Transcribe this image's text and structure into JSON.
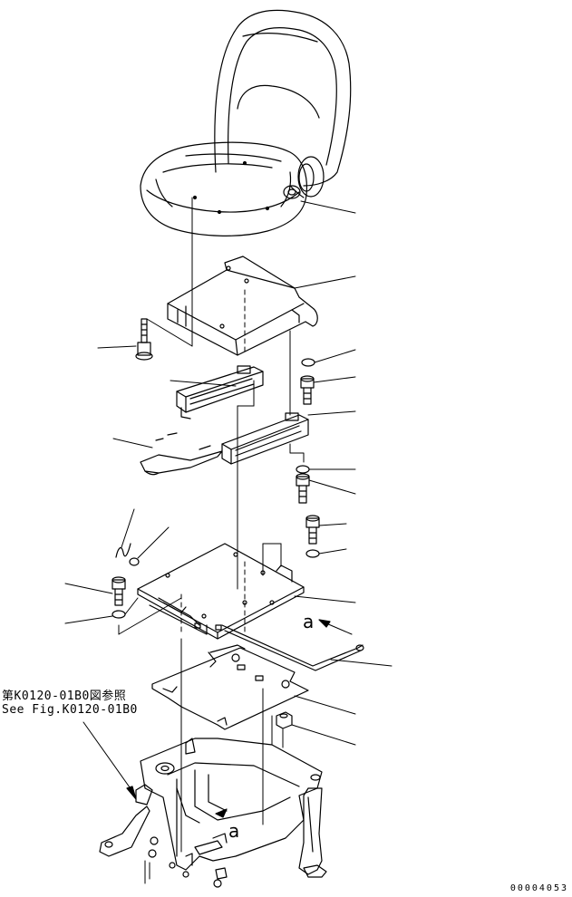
{
  "reference": {
    "jp": "第K0120-01B0図参照",
    "en": "See Fig.K0120-01B0"
  },
  "view_labels": [
    "a",
    "a"
  ],
  "figure_id": "00004053",
  "colors": {
    "ink": "#000000",
    "paper": "#ffffff"
  }
}
